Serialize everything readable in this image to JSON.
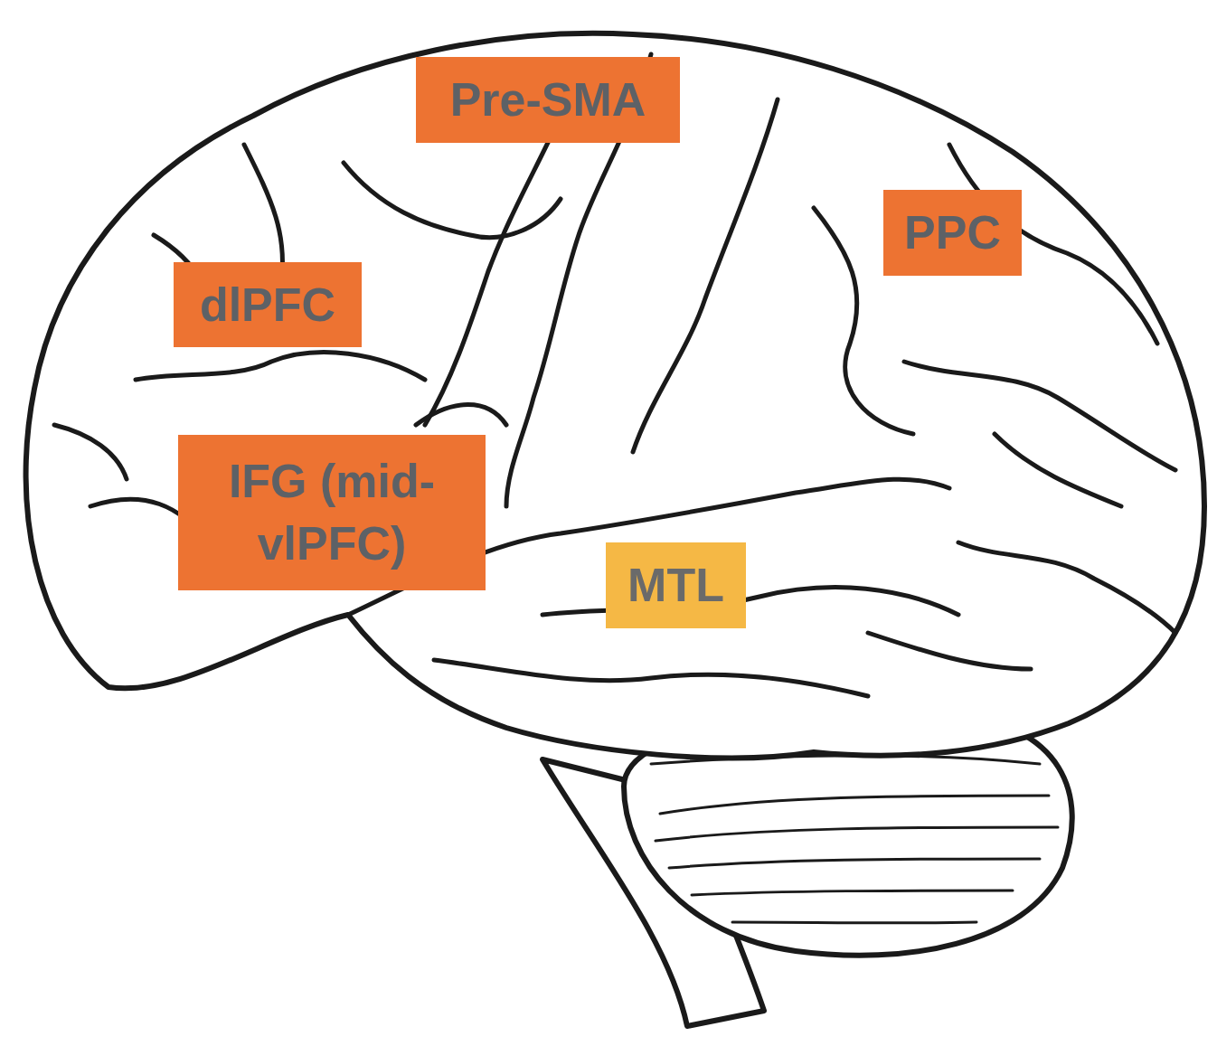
{
  "diagram": {
    "nodes": [
      {
        "text": [
          "Pre-SMA"
        ]
      },
      {
        "text": [
          "PPC"
        ]
      },
      {
        "text": [
          "dlPFC"
        ]
      },
      {
        "text": [
          "IFG (mid-vlPFC)"
        ]
      },
      {
        "text": [
          "MTL"
        ]
      }
    ]
  }
}
